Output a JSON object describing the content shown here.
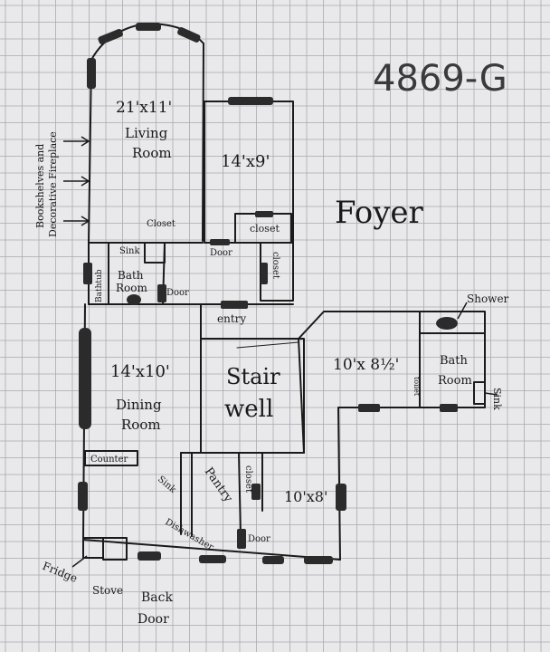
{
  "drawing_id": "4869-G",
  "colors": {
    "paper": "#e9e9ec",
    "grid": "#a9a9ae",
    "ink": "#1a1a1a",
    "window": "#2b2b2b"
  },
  "rooms": {
    "living": {
      "dims": "21'x11'",
      "name_line1": "Living",
      "name_line2": "Room"
    },
    "center_room": {
      "dims": "14'x9'"
    },
    "foyer": {
      "label": "Foyer"
    },
    "bath1": {
      "name_line1": "Bath",
      "name_line2": "Room"
    },
    "dining": {
      "dims": "14'x10'",
      "name_line1": "Dining",
      "name_line2": "Room"
    },
    "stairwell": {
      "name_line1": "Stair",
      "name_line2": "well"
    },
    "east_room": {
      "dims": "10'x 8½'"
    },
    "bath2": {
      "name_line1": "Bath",
      "name_line2": "Room"
    },
    "kitchen_room": {
      "dims": "10'x8'"
    }
  },
  "labels": {
    "bookshelves_line1": "Bookshelves and",
    "bookshelves_line2": "Decorative Fireplace",
    "closet_top": "Closet",
    "closet_center": "closet",
    "closet_right": "closet",
    "closet_pantry": "closet",
    "door_center": "Door",
    "door_bath": "Door",
    "door_kitchen": "Door",
    "sink_bath1": "Sink",
    "bathtub": "Bathtub",
    "entry": "entry",
    "shower": "Shower",
    "sink_bath2": "Sink",
    "toilet": "toilet",
    "counter": "Counter",
    "sink_kitchen": "Sink",
    "pantry": "Pantry",
    "dishwasher": "Dishwasher",
    "fridge": "Fridge",
    "stove": "Stove",
    "back_door_line1": "Back",
    "back_door_line2": "Door"
  }
}
